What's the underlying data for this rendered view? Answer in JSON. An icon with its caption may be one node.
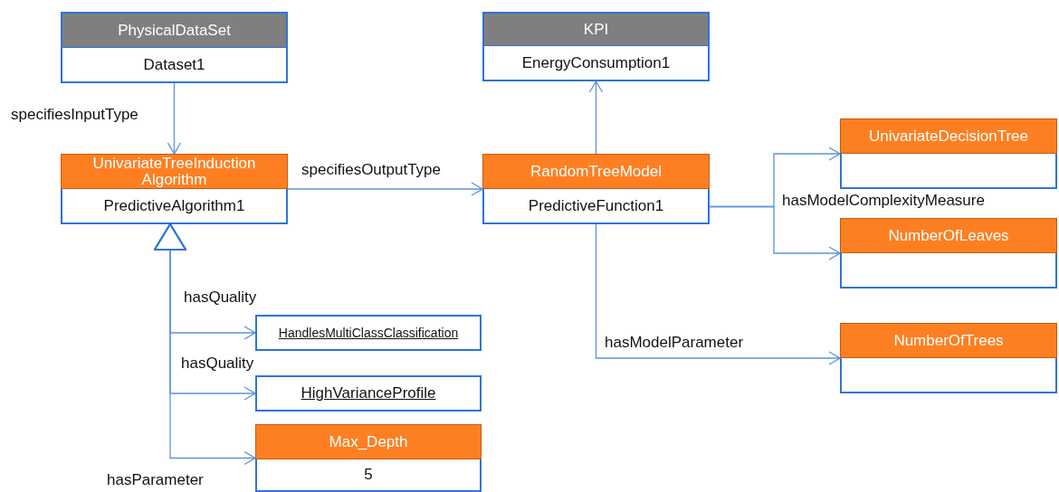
{
  "diagram": {
    "nodes": [
      {
        "text": [
          "PhysicalDataSet",
          "Dataset1"
        ]
      },
      {
        "text": [
          "KPI",
          "EnergyConsumption1"
        ]
      },
      {
        "text": [
          "UnivariateTreeInduction Algorithm",
          "PredictiveAlgorithm1"
        ]
      },
      {
        "text": [
          "RandomTreeModel",
          "PredictiveFunction1"
        ]
      },
      {
        "text": [
          "UnivariateDecisionTree"
        ]
      },
      {
        "text": [
          "NumberOfLeaves"
        ]
      },
      {
        "text": [
          "NumberOfTrees"
        ]
      },
      {
        "text": [
          "HandlesMultiClassClassification"
        ]
      },
      {
        "text": [
          "HighVarianceProfile"
        ]
      },
      {
        "text": [
          "Max_Depth",
          "5"
        ]
      }
    ],
    "edges": [
      {
        "from": 0,
        "to": 2,
        "arrow": "to",
        "label": "specifiesInputType"
      },
      {
        "from": 2,
        "to": 3,
        "arrow": "to",
        "label": "specifiesOutputType"
      },
      {
        "from": 3,
        "to": 1,
        "arrow": "to"
      },
      {
        "from": 3,
        "to": 4,
        "arrow": "to",
        "label": "hasModelComplexityMeasure"
      },
      {
        "from": 3,
        "to": 5,
        "arrow": "to"
      },
      {
        "from": 3,
        "to": 6,
        "arrow": "to",
        "label": "hasModelParameter"
      },
      {
        "from": 2,
        "to": 7,
        "arrow": "both",
        "label": "hasQuality"
      },
      {
        "from": 2,
        "to": 8,
        "arrow": "both",
        "label": "hasQuality"
      },
      {
        "from": 2,
        "to": 9,
        "arrow": "both",
        "label": "hasParameter"
      }
    ]
  }
}
